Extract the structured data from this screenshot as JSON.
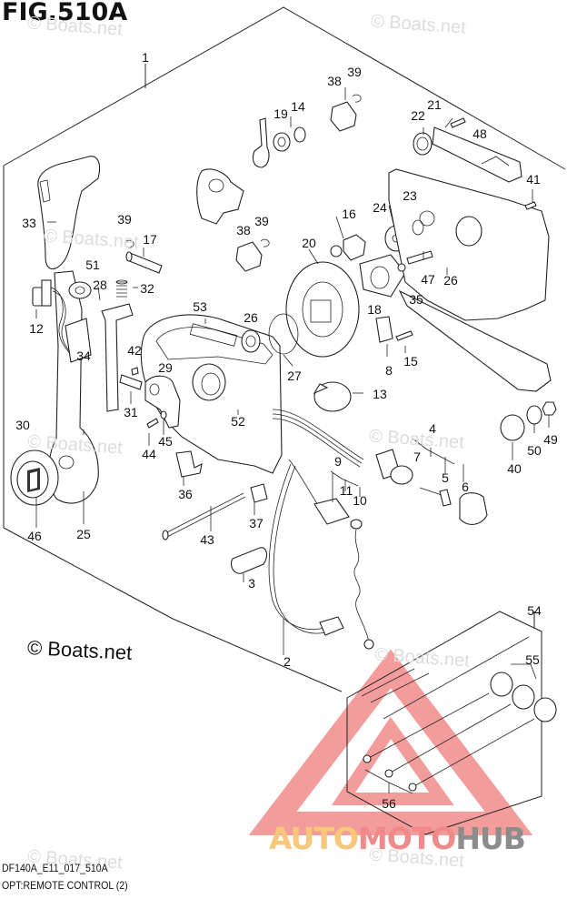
{
  "figure": {
    "title": "FIG.510A",
    "drawing_code": "DF140A_E11_017_510A",
    "section_name": "OPT:REMOTE CONTROL (2)"
  },
  "watermarks": {
    "copyright_main": "© Boats.net",
    "copyright_faint": "© Boats.net"
  },
  "brand_overlay": {
    "part1": "AUTO",
    "part2": "MOTO",
    "part3": "HUB",
    "color1": "#f9c77a",
    "color2": "#f08a8a",
    "color3": "#8c8c8c",
    "triangle_color": "#f28b8b"
  },
  "callouts": [
    {
      "id": "c1",
      "label": "1"
    },
    {
      "id": "c2",
      "label": "2"
    },
    {
      "id": "c3",
      "label": "3"
    },
    {
      "id": "c4",
      "label": "4"
    },
    {
      "id": "c5",
      "label": "5"
    },
    {
      "id": "c6",
      "label": "6"
    },
    {
      "id": "c7",
      "label": "7"
    },
    {
      "id": "c8",
      "label": "8"
    },
    {
      "id": "c9",
      "label": "9"
    },
    {
      "id": "c10",
      "label": "10"
    },
    {
      "id": "c11",
      "label": "11"
    },
    {
      "id": "c12",
      "label": "12"
    },
    {
      "id": "c13",
      "label": "13"
    },
    {
      "id": "c14",
      "label": "14"
    },
    {
      "id": "c15",
      "label": "15"
    },
    {
      "id": "c16",
      "label": "16"
    },
    {
      "id": "c17",
      "label": "17"
    },
    {
      "id": "c18",
      "label": "18"
    },
    {
      "id": "c19",
      "label": "19"
    },
    {
      "id": "c20",
      "label": "20"
    },
    {
      "id": "c21",
      "label": "21"
    },
    {
      "id": "c22",
      "label": "22"
    },
    {
      "id": "c23",
      "label": "23"
    },
    {
      "id": "c24",
      "label": "24"
    },
    {
      "id": "c25",
      "label": "25"
    },
    {
      "id": "c26a",
      "label": "26"
    },
    {
      "id": "c26b",
      "label": "26"
    },
    {
      "id": "c27",
      "label": "27"
    },
    {
      "id": "c28",
      "label": "28"
    },
    {
      "id": "c29",
      "label": "29"
    },
    {
      "id": "c30",
      "label": "30"
    },
    {
      "id": "c31",
      "label": "31"
    },
    {
      "id": "c32",
      "label": "32"
    },
    {
      "id": "c33",
      "label": "33"
    },
    {
      "id": "c34",
      "label": "34"
    },
    {
      "id": "c35",
      "label": "35"
    },
    {
      "id": "c36",
      "label": "36"
    },
    {
      "id": "c37",
      "label": "37"
    },
    {
      "id": "c38a",
      "label": "38"
    },
    {
      "id": "c38b",
      "label": "38"
    },
    {
      "id": "c39a",
      "label": "39"
    },
    {
      "id": "c39b",
      "label": "39"
    },
    {
      "id": "c39c",
      "label": "39"
    },
    {
      "id": "c40",
      "label": "40"
    },
    {
      "id": "c41",
      "label": "41"
    },
    {
      "id": "c42",
      "label": "42"
    },
    {
      "id": "c43",
      "label": "43"
    },
    {
      "id": "c44",
      "label": "44"
    },
    {
      "id": "c45",
      "label": "45"
    },
    {
      "id": "c46",
      "label": "46"
    },
    {
      "id": "c47",
      "label": "47"
    },
    {
      "id": "c48",
      "label": "48"
    },
    {
      "id": "c49",
      "label": "49"
    },
    {
      "id": "c50",
      "label": "50"
    },
    {
      "id": "c51",
      "label": "51"
    },
    {
      "id": "c52",
      "label": "52"
    },
    {
      "id": "c53",
      "label": "53"
    },
    {
      "id": "c54",
      "label": "54"
    },
    {
      "id": "c55",
      "label": "55"
    },
    {
      "id": "c56",
      "label": "56"
    }
  ]
}
